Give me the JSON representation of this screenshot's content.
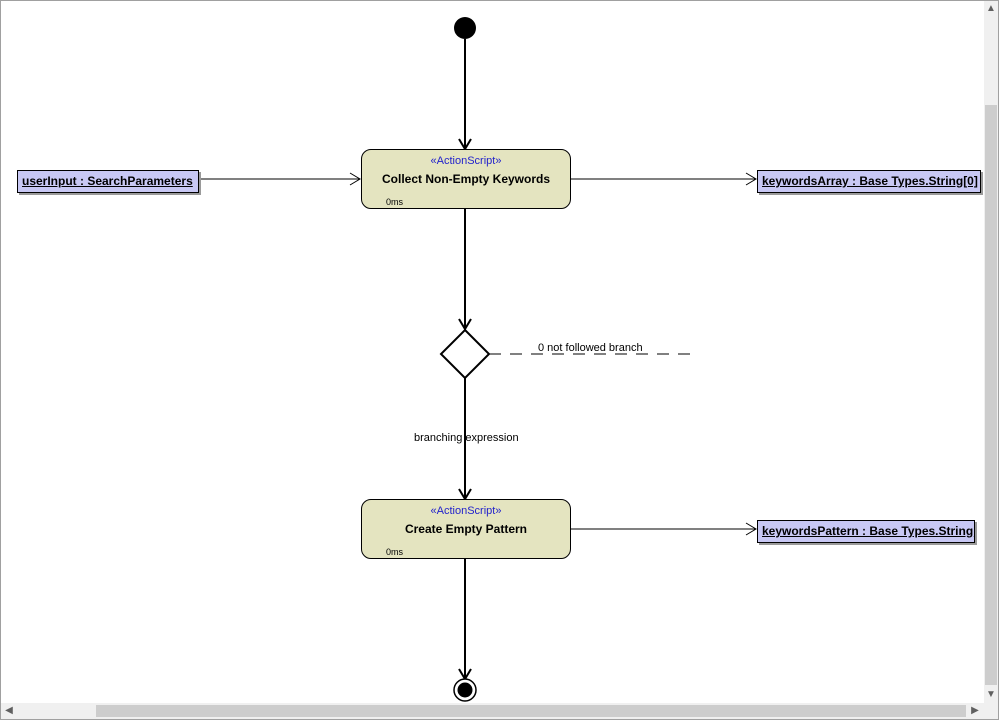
{
  "nodes": {
    "collect": {
      "stereotype": "«ActionScript»",
      "title": "Collect Non-Empty Keywords",
      "time": "0ms"
    },
    "create": {
      "stereotype": "«ActionScript»",
      "title": "Create Empty Pattern",
      "time": "0ms"
    }
  },
  "objects": {
    "user_input": "userInput : SearchParameters",
    "keywords_array": "keywordsArray : Base Types.String[0]",
    "keywords_pattern": "keywordsPattern : Base Types.String"
  },
  "labels": {
    "not_followed": "0 not followed branch",
    "branching": "branching expression"
  },
  "icons": {
    "scroll_up": "up-arrow-icon",
    "scroll_down": "down-arrow-icon",
    "scroll_left": "left-arrow-icon",
    "scroll_right": "right-arrow-icon"
  }
}
